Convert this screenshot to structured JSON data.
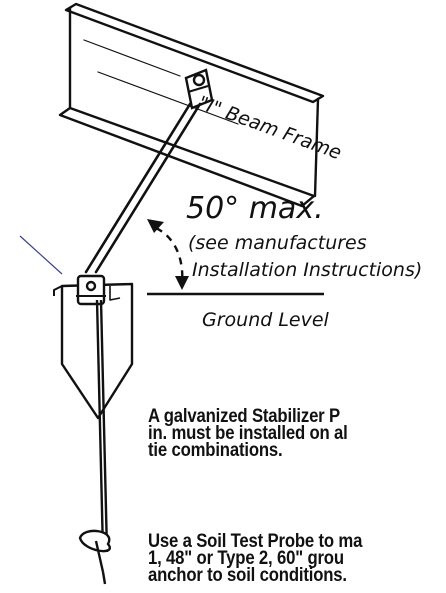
{
  "labels": {
    "beam": "\"I\" Beam Frame",
    "angle": "50° max.",
    "see_note_line1": "(see manufactures",
    "see_note_line2": "Installation Instructions)",
    "ground": "Ground Level"
  },
  "notes": {
    "stabilizer_line1": "A galvanized Stabilizer P",
    "stabilizer_line2": "in. must be installed on al",
    "stabilizer_line3": "tie combinations.",
    "soil_line1": "Use a Soil Test Probe to ma",
    "soil_line2": "1, 48\" or Type 2, 60\" grou",
    "soil_line3": "anchor to soil conditions."
  },
  "colors": {
    "ink": "#111111",
    "callout_line": "#3b3f9e"
  }
}
